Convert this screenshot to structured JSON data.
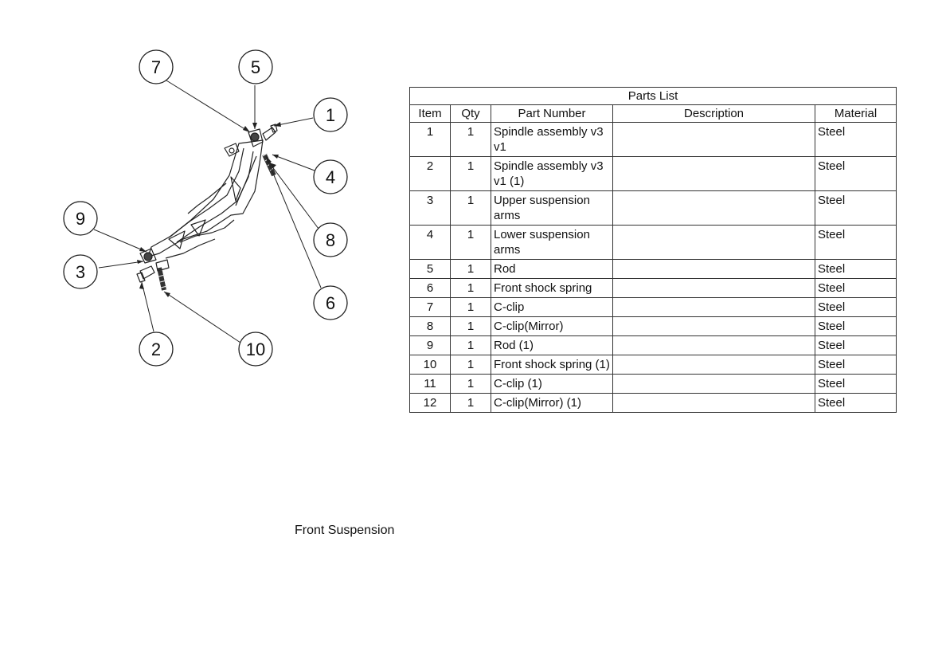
{
  "balloons": [
    "1",
    "2",
    "3",
    "4",
    "5",
    "6",
    "7",
    "8",
    "9",
    "10"
  ],
  "parts_list": {
    "title": "Parts List",
    "headers": {
      "item": "Item",
      "qty": "Qty",
      "part_number": "Part Number",
      "description": "Description",
      "material": "Material"
    },
    "rows": [
      {
        "item": "1",
        "qty": "1",
        "part_number": "Spindle assembly v3 v1",
        "description": "",
        "material": "Steel"
      },
      {
        "item": "2",
        "qty": "1",
        "part_number": "Spindle assembly v3 v1 (1)",
        "description": "",
        "material": "Steel"
      },
      {
        "item": "3",
        "qty": "1",
        "part_number": "Upper suspension arms",
        "description": "",
        "material": "Steel"
      },
      {
        "item": "4",
        "qty": "1",
        "part_number": "Lower suspension arms",
        "description": "",
        "material": "Steel"
      },
      {
        "item": "5",
        "qty": "1",
        "part_number": "Rod",
        "description": "",
        "material": "Steel"
      },
      {
        "item": "6",
        "qty": "1",
        "part_number": "Front shock spring",
        "description": "",
        "material": "Steel"
      },
      {
        "item": "7",
        "qty": "1",
        "part_number": "C-clip",
        "description": "",
        "material": "Steel"
      },
      {
        "item": "8",
        "qty": "1",
        "part_number": "C-clip(Mirror)",
        "description": "",
        "material": "Steel"
      },
      {
        "item": "9",
        "qty": "1",
        "part_number": "Rod (1)",
        "description": "",
        "material": "Steel"
      },
      {
        "item": "10",
        "qty": "1",
        "part_number": "Front shock spring (1)",
        "description": "",
        "material": "Steel"
      },
      {
        "item": "11",
        "qty": "1",
        "part_number": "C-clip (1)",
        "description": "",
        "material": "Steel"
      },
      {
        "item": "12",
        "qty": "1",
        "part_number": "C-clip(Mirror) (1)",
        "description": "",
        "material": "Steel"
      }
    ]
  },
  "drawing_title": "Front Suspension"
}
